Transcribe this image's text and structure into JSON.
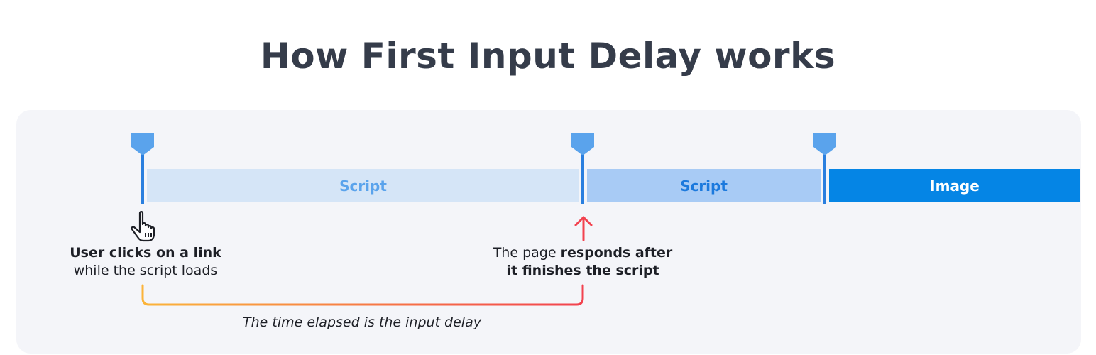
{
  "title": "How First Input Delay works",
  "timeline": {
    "bars": [
      {
        "label": "Script"
      },
      {
        "label": "Script"
      },
      {
        "label": "Image"
      }
    ]
  },
  "captions": {
    "left": {
      "line1_bold": "User clicks on a link",
      "line2": "while the script loads"
    },
    "right": {
      "line1_normal": "The page ",
      "line1_bold": "responds after",
      "line2_bold": "it finishes the script"
    }
  },
  "elapsed_label": "The time elapsed is the input delay",
  "icons": {
    "click": "hand-pointer-icon",
    "response": "arrow-up-icon",
    "marker": "timeline-marker-icon"
  },
  "colors": {
    "title": "#353c4a",
    "panel_bg": "#f4f5f9",
    "script_bar_light": "#d5e5f7",
    "script_bar_medium": "#a8cbf5",
    "image_bar": "#0585e5",
    "marker": "#5aa3ec",
    "marker_line": "#2a7fdf",
    "arrow": "#f2424f",
    "bracket_start": "#fbb43a",
    "bracket_end": "#f2424f"
  }
}
